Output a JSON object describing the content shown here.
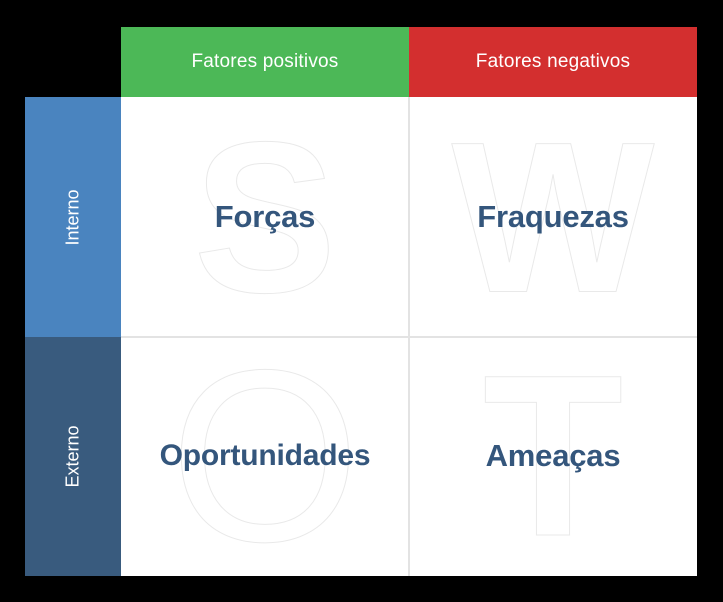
{
  "diagram": {
    "type": "swot-matrix",
    "language": "pt-BR",
    "columns": [
      {
        "key": "positive",
        "label": "Fatores positivos",
        "color": "#4CB857"
      },
      {
        "key": "negative",
        "label": "Fatores negativos",
        "color": "#D32F2F"
      }
    ],
    "rows": [
      {
        "key": "internal",
        "label": "Interno",
        "color": "#4A84BF"
      },
      {
        "key": "external",
        "label": "Externo",
        "color": "#395B7E"
      }
    ],
    "quadrants": [
      {
        "key": "strengths",
        "label": "Forças",
        "watermark": "S",
        "row": "internal",
        "column": "positive"
      },
      {
        "key": "weaknesses",
        "label": "Fraquezas",
        "watermark": "W",
        "row": "internal",
        "column": "negative"
      },
      {
        "key": "opportunities",
        "label": "Oportunidades",
        "watermark": "O",
        "row": "external",
        "column": "positive"
      },
      {
        "key": "threats",
        "label": "Ameaças",
        "watermark": "T",
        "row": "external",
        "column": "negative"
      }
    ],
    "colors": {
      "positive_header": "#4CB857",
      "negative_header": "#D32F2F",
      "internal_header": "#4A84BF",
      "external_header": "#395B7E",
      "label_text": "#34567C",
      "watermark_outline": "#e9e9e9",
      "grid_line": "#e3e3e3",
      "cell_background": "#ffffff",
      "page_background": "#000000",
      "header_text": "#ffffff"
    }
  }
}
